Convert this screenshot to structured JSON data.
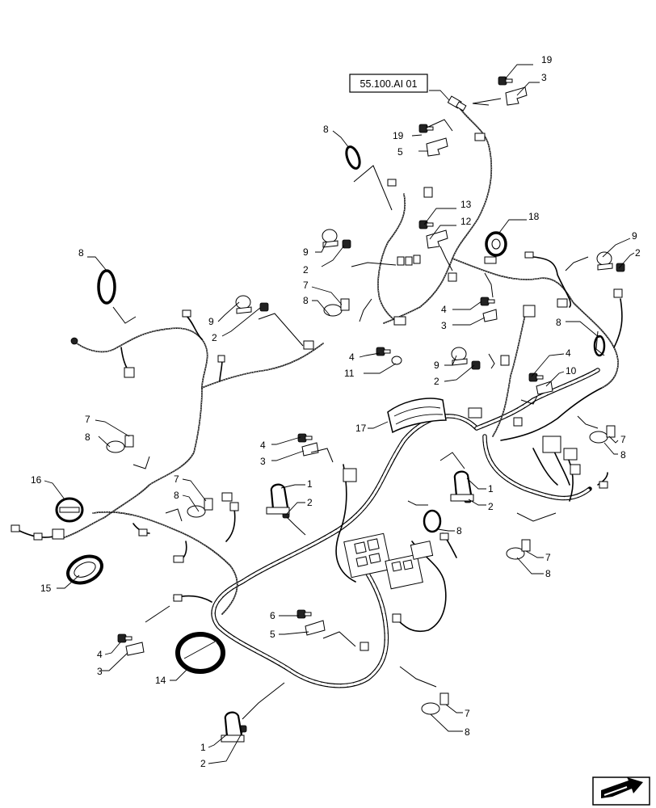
{
  "reference_box": "55.100.AI 01",
  "callouts": [
    {
      "id": "c01",
      "text": "19"
    },
    {
      "id": "c02",
      "text": "3"
    },
    {
      "id": "c03",
      "text": "19"
    },
    {
      "id": "c04",
      "text": "5"
    },
    {
      "id": "c05",
      "text": "8"
    },
    {
      "id": "c06",
      "text": "13"
    },
    {
      "id": "c07",
      "text": "12"
    },
    {
      "id": "c08",
      "text": "18"
    },
    {
      "id": "c09",
      "text": "9"
    },
    {
      "id": "c10",
      "text": "2"
    },
    {
      "id": "c11",
      "text": "9"
    },
    {
      "id": "c12",
      "text": "2"
    },
    {
      "id": "c13",
      "text": "8"
    },
    {
      "id": "c14",
      "text": "7"
    },
    {
      "id": "c15",
      "text": "8"
    },
    {
      "id": "c16",
      "text": "4"
    },
    {
      "id": "c17",
      "text": "3"
    },
    {
      "id": "c18",
      "text": "9"
    },
    {
      "id": "c19",
      "text": "2"
    },
    {
      "id": "c20",
      "text": "4"
    },
    {
      "id": "c21",
      "text": "11"
    },
    {
      "id": "c22",
      "text": "8"
    },
    {
      "id": "c23",
      "text": "9"
    },
    {
      "id": "c24",
      "text": "2"
    },
    {
      "id": "c25",
      "text": "4"
    },
    {
      "id": "c26",
      "text": "10"
    },
    {
      "id": "c27",
      "text": "7"
    },
    {
      "id": "c28",
      "text": "8"
    },
    {
      "id": "c29",
      "text": "17"
    },
    {
      "id": "c30",
      "text": "7"
    },
    {
      "id": "c31",
      "text": "8"
    },
    {
      "id": "c32",
      "text": "4"
    },
    {
      "id": "c33",
      "text": "3"
    },
    {
      "id": "c34",
      "text": "16"
    },
    {
      "id": "c35",
      "text": "7"
    },
    {
      "id": "c36",
      "text": "8"
    },
    {
      "id": "c37",
      "text": "1"
    },
    {
      "id": "c38",
      "text": "2"
    },
    {
      "id": "c39",
      "text": "1"
    },
    {
      "id": "c40",
      "text": "2"
    },
    {
      "id": "c41",
      "text": "8"
    },
    {
      "id": "c42",
      "text": "15"
    },
    {
      "id": "c43",
      "text": "7"
    },
    {
      "id": "c44",
      "text": "8"
    },
    {
      "id": "c45",
      "text": "6"
    },
    {
      "id": "c46",
      "text": "5"
    },
    {
      "id": "c47",
      "text": "4"
    },
    {
      "id": "c48",
      "text": "3"
    },
    {
      "id": "c49",
      "text": "14"
    },
    {
      "id": "c50",
      "text": "7"
    },
    {
      "id": "c51",
      "text": "8"
    },
    {
      "id": "c52",
      "text": "1"
    },
    {
      "id": "c53",
      "text": "2"
    }
  ],
  "icons": {
    "orientation": "orientation-arrow-icon"
  }
}
